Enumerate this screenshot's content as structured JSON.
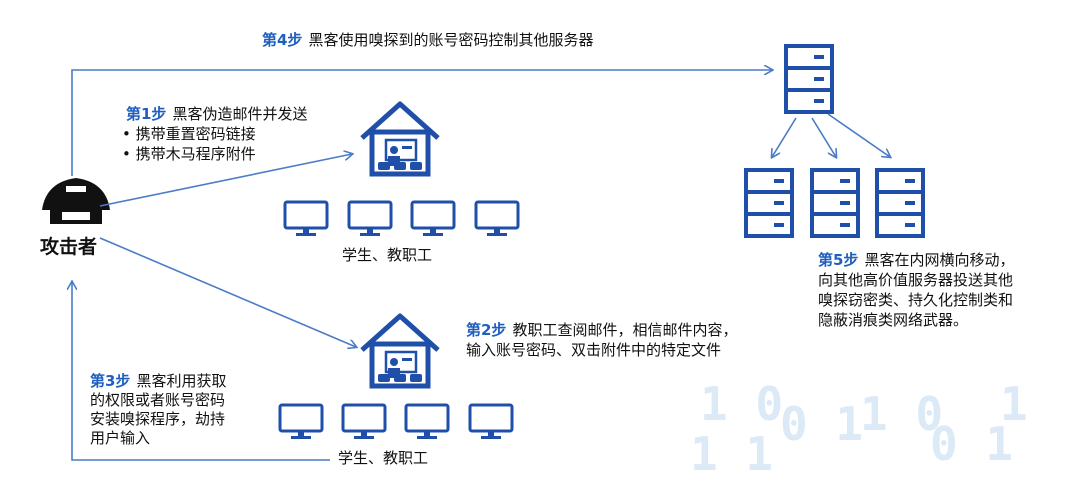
{
  "attacker_label": "攻击者",
  "groups": {
    "top_label": "学生、教职工",
    "bottom_label": "学生、教职工"
  },
  "steps": {
    "s4": {
      "tag": "第4步",
      "text": "黑客使用嗅探到的账号密码控制其他服务器"
    },
    "s1": {
      "tag": "第1步",
      "text": "黑客伪造邮件并发送",
      "bullets": [
        "携带重置密码链接",
        "携带木马程序附件"
      ]
    },
    "s2": {
      "tag": "第2步",
      "line1": "教职工查阅邮件，相信邮件内容，",
      "line2": "输入账号密码、双击附件中的特定文件"
    },
    "s3": {
      "tag": "第3步",
      "line1": "黑客利用获取",
      "line2": "的权限或者账号密码",
      "line3": "安装嗅探程序，劫持",
      "line4": "用户输入"
    },
    "s5": {
      "tag": "第5步",
      "line1": "黑客在内网横向移动，",
      "line2": "向其他高价值服务器投送其他",
      "line3": "嗅探窃密类、持久化控制类和",
      "line4": "隐蔽消痕类网络武器。"
    }
  },
  "colors": {
    "accent": "#1f5fbf",
    "icon": "#1f4fa8",
    "arrow": "#4a7cc7",
    "deco": "#d6e6f5"
  },
  "icons": [
    "hacker-icon",
    "school-icon",
    "monitor-icon",
    "server-icon"
  ]
}
